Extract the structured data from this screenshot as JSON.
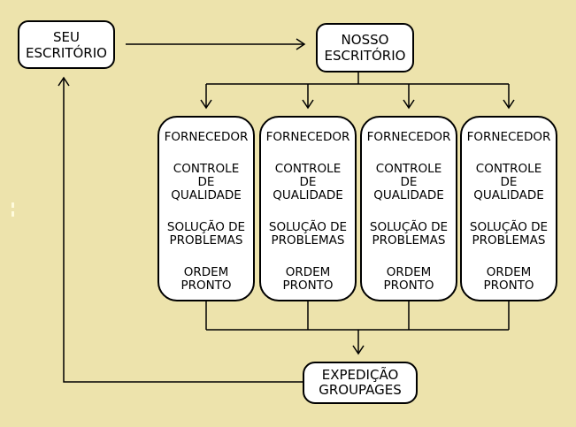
{
  "canvas": {
    "background_color": "#EDE3AC",
    "box_fill": "#FFFFFF",
    "line_color": "#000000",
    "text_color": "#000000"
  },
  "boxes": {
    "seu_escritorio": {
      "label": "SEU\nESCRITÓRIO"
    },
    "nosso_escritorio": {
      "label": "NOSSO\nESCRITÓRIO"
    },
    "expedicao": {
      "label": "EXPEDIÇÃO\nGROUPAGES"
    }
  },
  "supplier_box": {
    "count": 4,
    "lines": [
      "FORNECEDOR",
      "CONTROLE\nDE\nQUALIDADE",
      "SOLUÇÃO DE\nPROBLEMAS",
      "ORDEM\nPRONTO"
    ]
  },
  "flow": {
    "connections": [
      "SEU ESCRITÓRIO → NOSSO ESCRITÓRIO",
      "NOSSO ESCRITÓRIO → 4× FORNECEDOR",
      "4× FORNECEDOR → EXPEDIÇÃO GROUPAGES",
      "EXPEDIÇÃO GROUPAGES → SEU ESCRITÓRIO"
    ]
  }
}
